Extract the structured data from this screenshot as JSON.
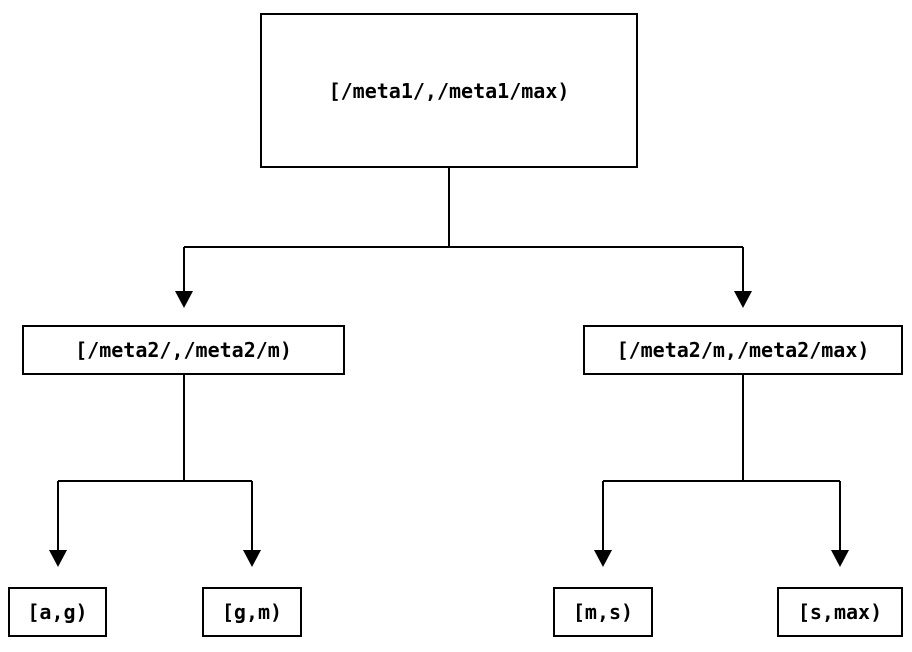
{
  "diagram": {
    "background": "#ffffff",
    "colors": {
      "line": "#000000",
      "text": "#000000",
      "node_fill": "#ffffff"
    },
    "nodes": {
      "root": {
        "label": "[/meta1/,/meta1/max)"
      },
      "meta2_low": {
        "label": "[/meta2/,/meta2/m)"
      },
      "meta2_high": {
        "label": "[/meta2/m,/meta2/max)"
      },
      "leaf_a_g": {
        "label": "[a,g)"
      },
      "leaf_g_m": {
        "label": "[g,m)"
      },
      "leaf_m_s": {
        "label": "[m,s)"
      },
      "leaf_s_max": {
        "label": "[s,max)"
      }
    },
    "edges": [
      {
        "from": "root",
        "to": "meta2_low"
      },
      {
        "from": "root",
        "to": "meta2_high"
      },
      {
        "from": "meta2_low",
        "to": "leaf_a_g"
      },
      {
        "from": "meta2_low",
        "to": "leaf_g_m"
      },
      {
        "from": "meta2_high",
        "to": "leaf_m_s"
      },
      {
        "from": "meta2_high",
        "to": "leaf_s_max"
      }
    ]
  }
}
